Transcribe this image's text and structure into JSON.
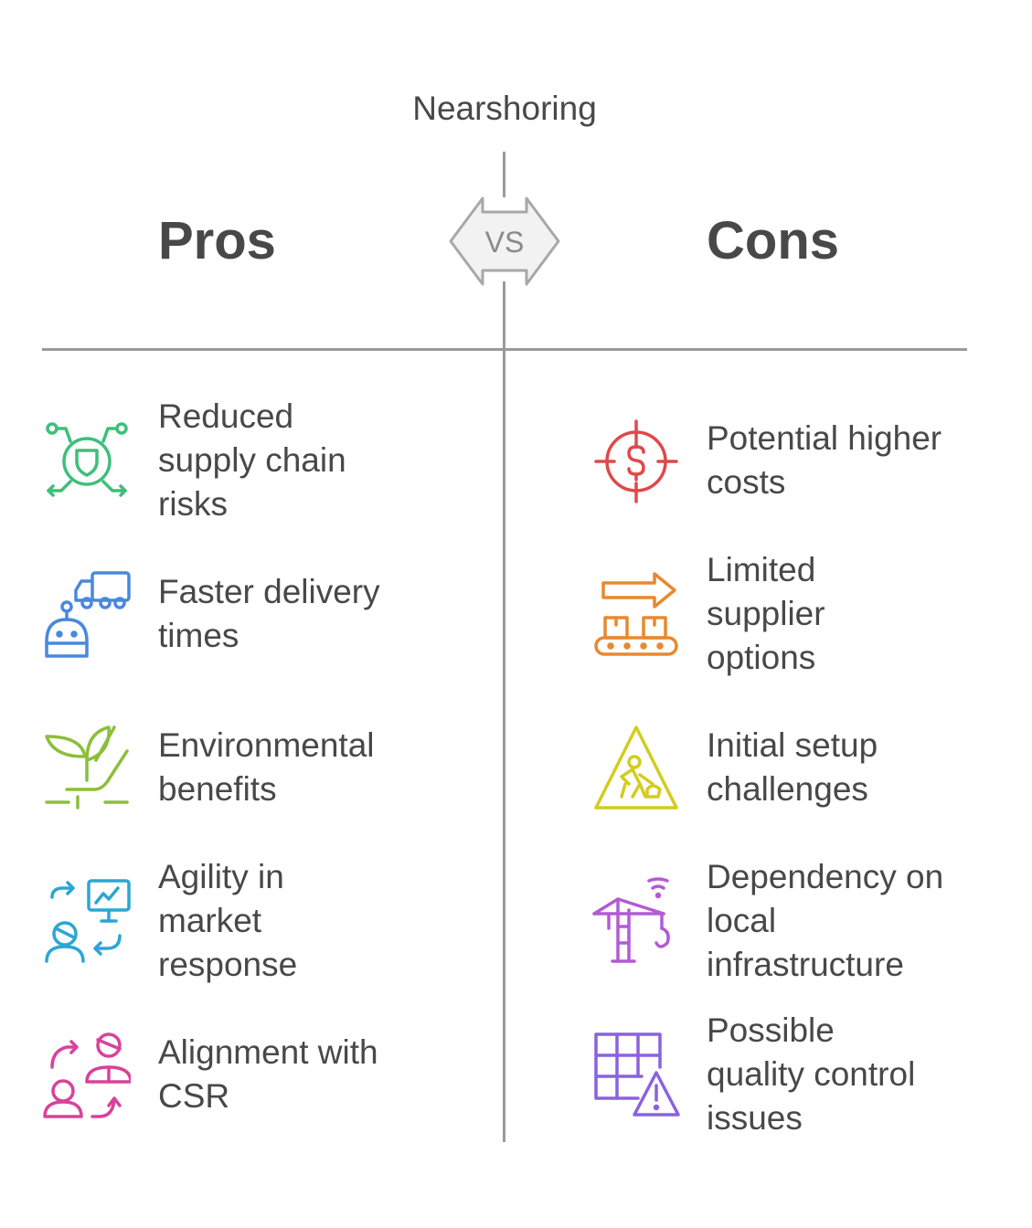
{
  "topic": "Nearshoring",
  "pros": {
    "heading": "Pros",
    "items": [
      {
        "lines": [
          "Reduced",
          "supply chain",
          "risks"
        ],
        "icon": "shield-network-icon",
        "color": "#3ebf7a"
      },
      {
        "lines": [
          "Faster delivery",
          "times"
        ],
        "icon": "delivery-truck-robot-icon",
        "color": "#4a88dd"
      },
      {
        "lines": [
          "Environmental",
          "benefits"
        ],
        "icon": "plant-hand-icon",
        "color": "#8cbf3a"
      },
      {
        "lines": [
          "Agility in",
          "market",
          "response"
        ],
        "icon": "person-chart-arrows-icon",
        "color": "#2aa6d6"
      },
      {
        "lines": [
          "Alignment with",
          "CSR"
        ],
        "icon": "people-exchange-icon",
        "color": "#d9429a"
      }
    ]
  },
  "cons": {
    "heading": "Cons",
    "items": [
      {
        "lines": [
          "Potential higher",
          "costs"
        ],
        "icon": "dollar-target-icon",
        "color": "#e0484a"
      },
      {
        "lines": [
          "Limited",
          "supplier",
          "options"
        ],
        "icon": "conveyor-boxes-icon",
        "color": "#e8892f"
      },
      {
        "lines": [
          "Initial setup",
          "challenges"
        ],
        "icon": "construction-warning-icon",
        "color": "#d4cc1e"
      },
      {
        "lines": [
          "Dependency on",
          "local",
          "infrastructure"
        ],
        "icon": "crane-signal-icon",
        "color": "#b35ad6"
      },
      {
        "lines": [
          "Possible",
          "quality control",
          "issues"
        ],
        "icon": "grid-warning-icon",
        "color": "#8a62e0"
      }
    ]
  },
  "vs_label": "VS",
  "colors": {
    "text": "#484848",
    "divider": "#9a9a9a",
    "vs_fill": "#f2f2f2",
    "vs_stroke": "#a8a8a8"
  }
}
